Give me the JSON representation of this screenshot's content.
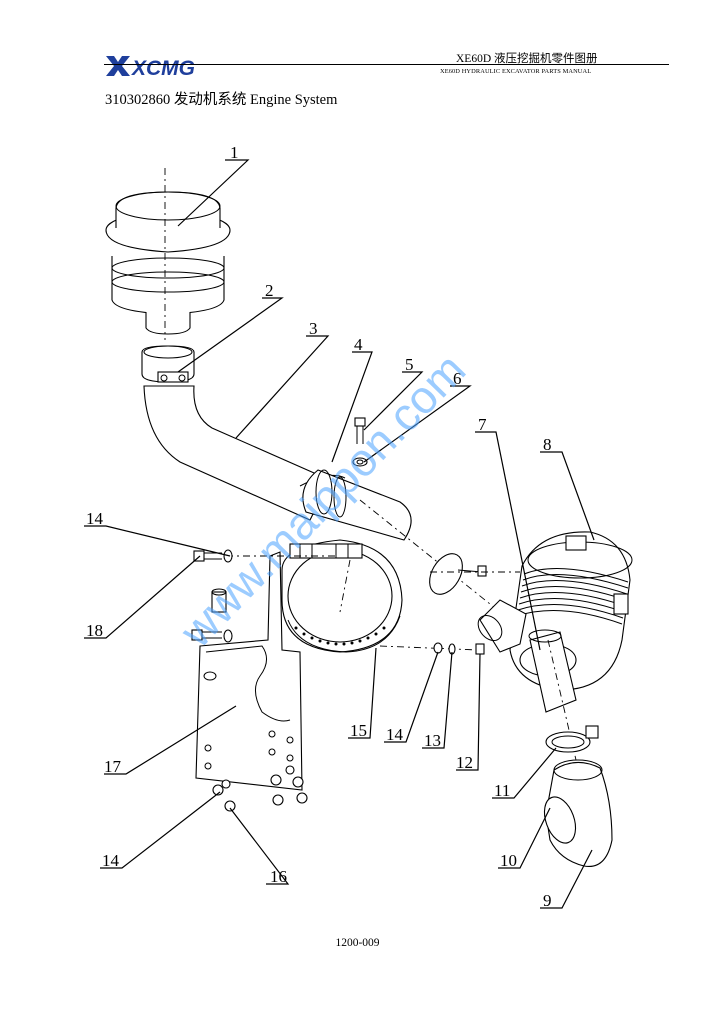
{
  "header": {
    "brand": "XCMG",
    "title": "XE60D  液压挖掘机零件图册",
    "subtitle": "XE60D HYDRAULIC EXCAVATOR PARTS MANUAL"
  },
  "section": {
    "title": "310302860  发动机系统 Engine System"
  },
  "diagram": {
    "callouts": [
      {
        "id": "c1",
        "label": "1"
      },
      {
        "id": "c2",
        "label": "2"
      },
      {
        "id": "c3",
        "label": "3"
      },
      {
        "id": "c4",
        "label": "4"
      },
      {
        "id": "c5",
        "label": "5"
      },
      {
        "id": "c6",
        "label": "6"
      },
      {
        "id": "c7",
        "label": "7"
      },
      {
        "id": "c8",
        "label": "8"
      },
      {
        "id": "c9",
        "label": "9"
      },
      {
        "id": "c10",
        "label": "10"
      },
      {
        "id": "c11",
        "label": "11"
      },
      {
        "id": "c12",
        "label": "12"
      },
      {
        "id": "c13",
        "label": "13"
      },
      {
        "id": "c14a",
        "label": "14"
      },
      {
        "id": "c14b",
        "label": "14"
      },
      {
        "id": "c14c",
        "label": "14"
      },
      {
        "id": "c15",
        "label": "15"
      },
      {
        "id": "c16",
        "label": "16"
      },
      {
        "id": "c17",
        "label": "17"
      },
      {
        "id": "c18",
        "label": "18"
      }
    ],
    "watermark": "www.maippon.com"
  },
  "footer": {
    "page_number": "1200-009"
  },
  "colors": {
    "logo_blue": "#1f3f9c",
    "watermark": "#4da3ff"
  }
}
